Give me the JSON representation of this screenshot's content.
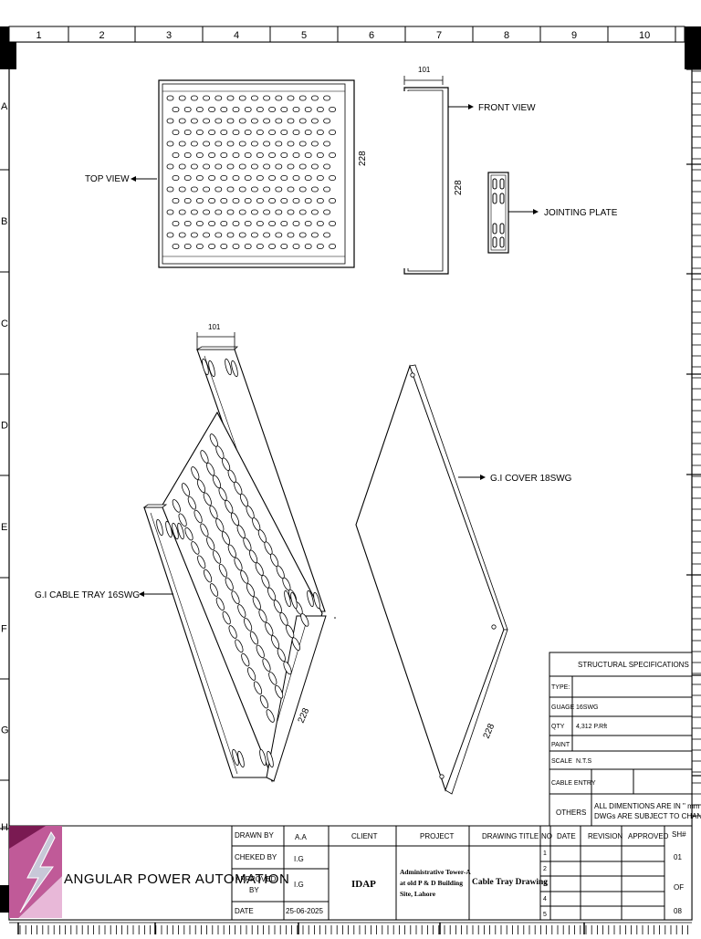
{
  "grid": {
    "columns": [
      "1",
      "2",
      "3",
      "4",
      "5",
      "6",
      "7",
      "8",
      "9",
      "10"
    ],
    "rows": [
      "A",
      "B",
      "C",
      "D",
      "E",
      "F",
      "G",
      "H"
    ]
  },
  "views": {
    "top_view": "TOP VIEW",
    "front_view": "FRONT VIEW",
    "jointing_plate": "JOINTING PLATE",
    "cover": "G.I COVER 18SWG",
    "tray": "G.I CABLE TRAY 16SWG"
  },
  "dimensions": {
    "width": "101",
    "depth": "228"
  },
  "specs": {
    "title": "STRUCTURAL SPECIFICATIONS",
    "rows": [
      {
        "label": "TYPE:",
        "value": ""
      },
      {
        "label": "GUAGE",
        "value": "16SWG"
      },
      {
        "label": "QTY",
        "value": "4,312 P.Rft"
      },
      {
        "label": "PAINT",
        "value": ""
      },
      {
        "label": "SCALE",
        "value": "N.T.S"
      },
      {
        "label": "CABLE ENTRY",
        "value": ""
      }
    ],
    "others_label": "OTHERS",
    "others_note_1": "ALL DIMENTIONS ARE IN \" mm \"",
    "others_note_2": "DWGs ARE SUBJECT TO CHANGE"
  },
  "title_block": {
    "company": "ANGULAR POWER AUTOMATION",
    "drawn_by_label": "DRAWN BY",
    "drawn_by": "A.A",
    "checked_by_label": "CHEKED BY",
    "checked_by": "I.G",
    "approved_by_label_1": "APPROVED",
    "approved_by_label_2": "BY",
    "approved_by": "I.G",
    "date_label": "DATE",
    "date": "25-06-2025",
    "client_label": "CLIENT",
    "client": "IDAP",
    "project_label": "PROJECT",
    "project_line_1": "Administrative Tower-A",
    "project_line_2": "at old P & D Building",
    "project_line_3": "Site, Lahore",
    "drawing_title_label": "DRAWING TITLE",
    "drawing_title": "Cable Tray Drawing",
    "no_label": "NO",
    "revision_date_label": "DATE",
    "revision_label": "REVISION",
    "revision_approved_label": "APPROVED",
    "revision_numbers": [
      "1",
      "2",
      "3",
      "4",
      "5"
    ],
    "sheet_label": "SH#",
    "sheet_no": "01",
    "of_label": "OF",
    "total_sheets": "08"
  },
  "colors": {
    "logo_dark": "#7a1a52",
    "logo_mid": "#c05a98",
    "logo_light": "#e8b8d8",
    "logo_bolt": "#c8c8d8"
  }
}
